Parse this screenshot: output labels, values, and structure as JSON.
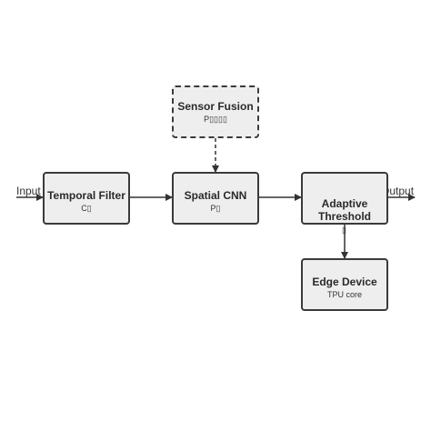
{
  "diagram": {
    "input_label": "Input",
    "output_label": "Output",
    "nodes": {
      "temporal_filter": {
        "title": "Temporal Filter",
        "sub": "C▯"
      },
      "sensor_fusion": {
        "title": "Sensor Fusion",
        "sub": "P▯▯▯▯"
      },
      "spatial_cnn": {
        "title": "Spatial CNN",
        "sub": "P▯"
      },
      "adaptive_threshold": {
        "title": "Adaptive Threshold",
        "sub": ""
      },
      "edge_device": {
        "title": "Edge Device",
        "sub": "TPU core"
      }
    },
    "threshold_edge_label": "▯"
  },
  "colors": {
    "box_fill": "#eeeeee",
    "box_stroke": "#3a3a3a",
    "arrow": "#333333"
  }
}
